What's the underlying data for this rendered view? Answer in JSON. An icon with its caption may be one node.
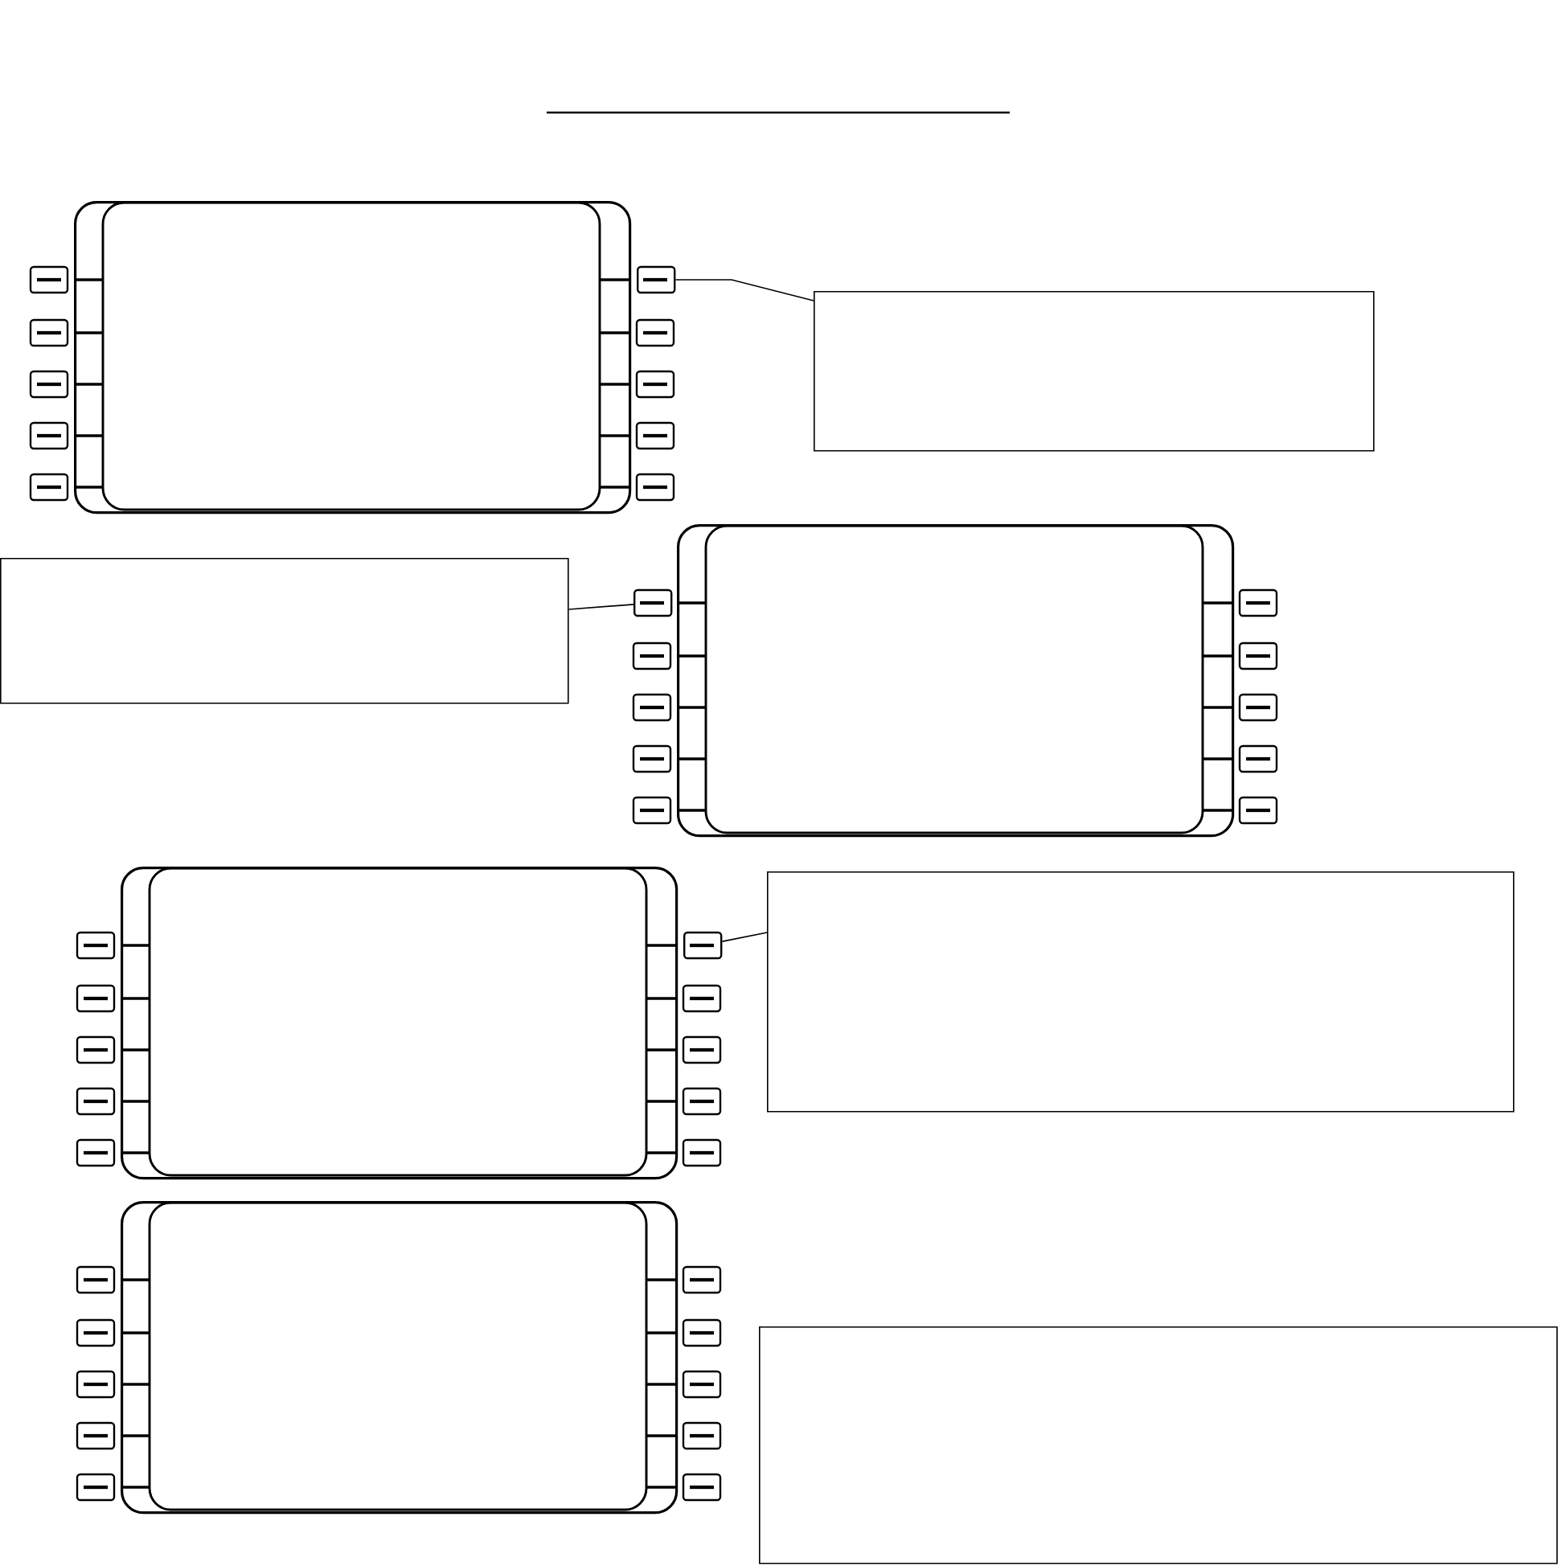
{
  "diagram": {
    "nodes": [
      {
        "text": [],
        "shape": "display"
      },
      {
        "text": [],
        "shape": "button"
      },
      {
        "text": [],
        "shape": "box"
      },
      {
        "text": [],
        "shape": "box"
      },
      {
        "text": [],
        "shape": "button"
      },
      {
        "text": [],
        "shape": "display"
      },
      {
        "text": [],
        "shape": "display"
      },
      {
        "text": [],
        "shape": "button"
      },
      {
        "text": [],
        "shape": "box"
      },
      {
        "text": [],
        "shape": "display"
      },
      {
        "text": [],
        "shape": "box"
      }
    ],
    "edges": [
      {
        "from": 2,
        "to": 1,
        "arrow": "none"
      },
      {
        "from": 3,
        "to": 4,
        "arrow": "none"
      },
      {
        "from": 8,
        "to": 7,
        "arrow": "none"
      }
    ]
  }
}
